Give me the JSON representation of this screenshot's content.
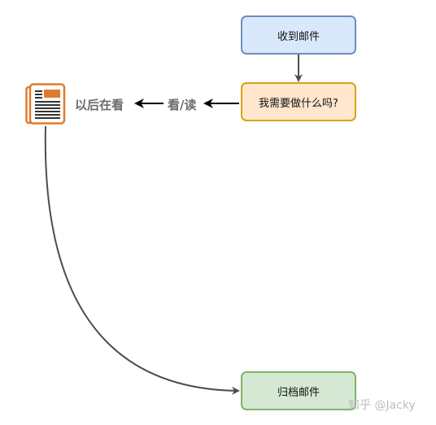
{
  "nodes": {
    "receive_mail": {
      "label": "收到邮件",
      "fill": "#dae8fc",
      "stroke": "#6c8ebf"
    },
    "decide": {
      "label": "我需要做什么吗?",
      "fill": "#ffe6cc",
      "stroke": "#d6a418"
    },
    "archive": {
      "label": "归档邮件",
      "fill": "#d5e8d4",
      "stroke": "#82b366"
    }
  },
  "labels": {
    "read": "看/读",
    "read_later": "以后在看"
  },
  "icon": {
    "name": "newspaper-icon",
    "accent": "#e07b2c"
  },
  "watermark": "知乎 @Jacky",
  "colors": {
    "edge": "#4d4d4d"
  }
}
